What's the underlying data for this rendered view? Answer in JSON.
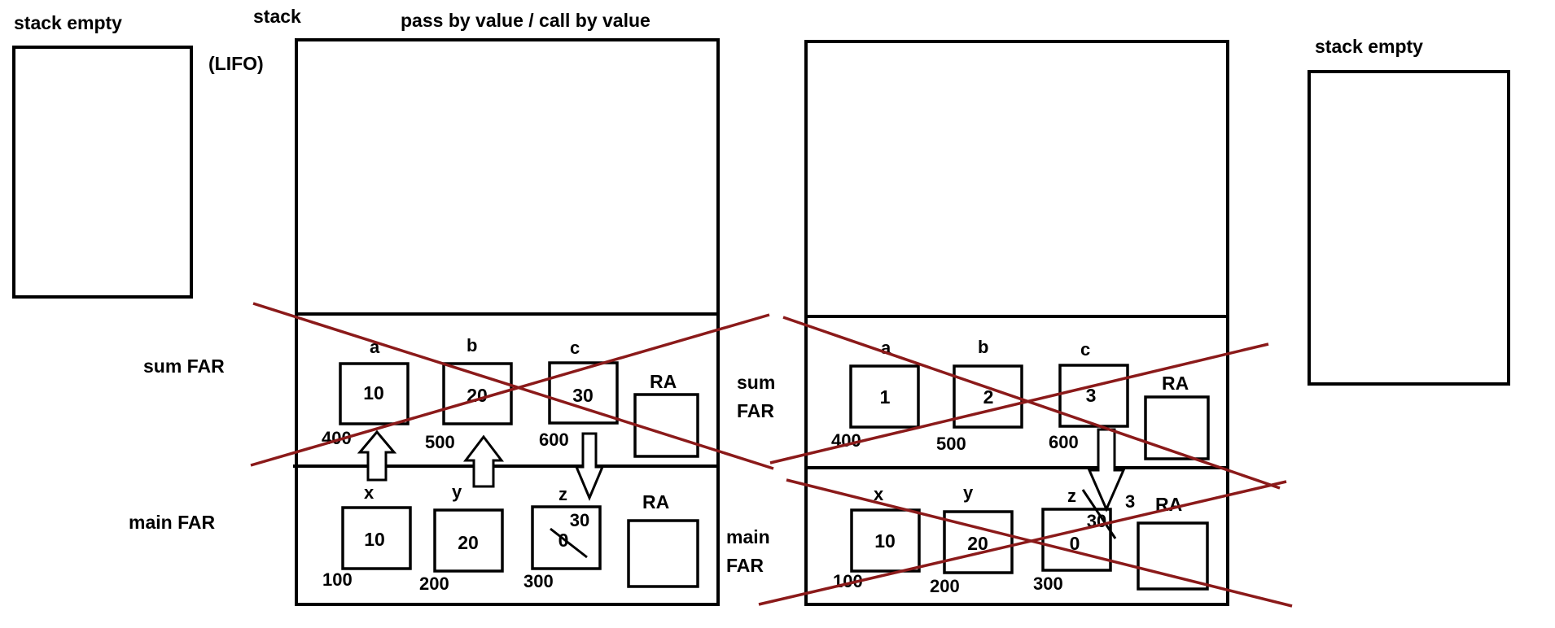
{
  "labels": {
    "stack_empty_left": "stack empty",
    "stack": "stack",
    "lifo": "(LIFO)",
    "title": "pass by value / call by value",
    "stack_empty_right": "stack empty",
    "sum_far_left": "sum FAR",
    "main_far_left": "main FAR",
    "sum_right": "sum",
    "far_right_sum": "FAR",
    "main_right": "main",
    "far_right_main": "FAR"
  },
  "left_stack": {
    "sum_frame": {
      "var_names": [
        "a",
        "b",
        "c"
      ],
      "values": [
        "10",
        "20",
        "30"
      ],
      "addresses": [
        "400",
        "500",
        "600"
      ],
      "ra_label": "RA"
    },
    "main_frame": {
      "var_names": [
        "x",
        "y",
        "z"
      ],
      "values": [
        "10",
        "20",
        "0"
      ],
      "z_new_value": "30",
      "addresses": [
        "100",
        "200",
        "300"
      ],
      "ra_label": "RA"
    }
  },
  "right_stack": {
    "sum_frame": {
      "var_names": [
        "a",
        "b",
        "c"
      ],
      "values": [
        "1",
        "2",
        "3"
      ],
      "addresses": [
        "400",
        "500",
        "600"
      ],
      "ra_label": "RA"
    },
    "main_frame": {
      "var_names": [
        "x",
        "y",
        "z"
      ],
      "values": [
        "10",
        "20",
        "0"
      ],
      "z_new_value": "30",
      "z_side_value": "3",
      "addresses": [
        "100",
        "200",
        "300"
      ],
      "ra_label": "RA"
    }
  },
  "colors": {
    "cross_out": "#8b1a1a",
    "ink": "#000000"
  }
}
